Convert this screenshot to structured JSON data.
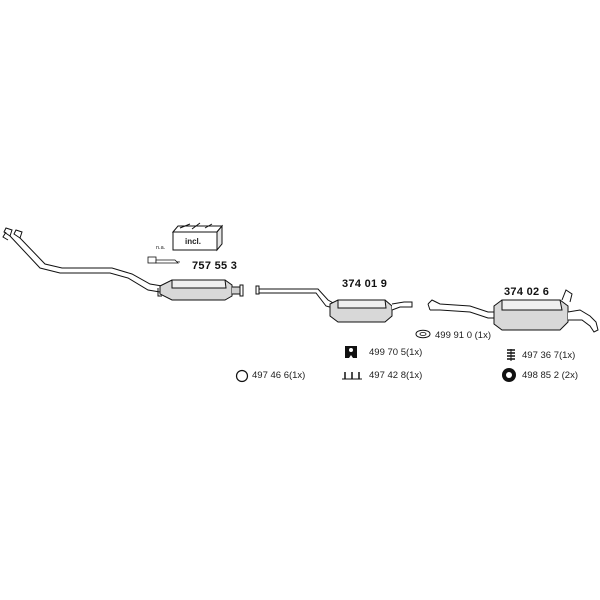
{
  "parts": {
    "catalytic_converter": {
      "number": "757 55 3"
    },
    "front_silencer": {
      "number": "374 01 9"
    },
    "rear_silencer": {
      "number": "374 02 6"
    }
  },
  "kit_box": {
    "label": "incl."
  },
  "sensor": {
    "label": "n.a."
  },
  "accessories": [
    {
      "label": "497 46 6(1x)",
      "icon": "ring-clamp-icon"
    },
    {
      "label": "499 70 5(1x)",
      "icon": "rubber-hanger-icon"
    },
    {
      "label": "497 42 8(1x)",
      "icon": "bracket-icon"
    },
    {
      "label": "499 91 0 (1x)",
      "icon": "gasket-ring-icon"
    },
    {
      "label": "497 36 7(1x)",
      "icon": "spring-mount-icon"
    },
    {
      "label": "498 85 2 (2x)",
      "icon": "rubber-ring-icon"
    }
  ]
}
